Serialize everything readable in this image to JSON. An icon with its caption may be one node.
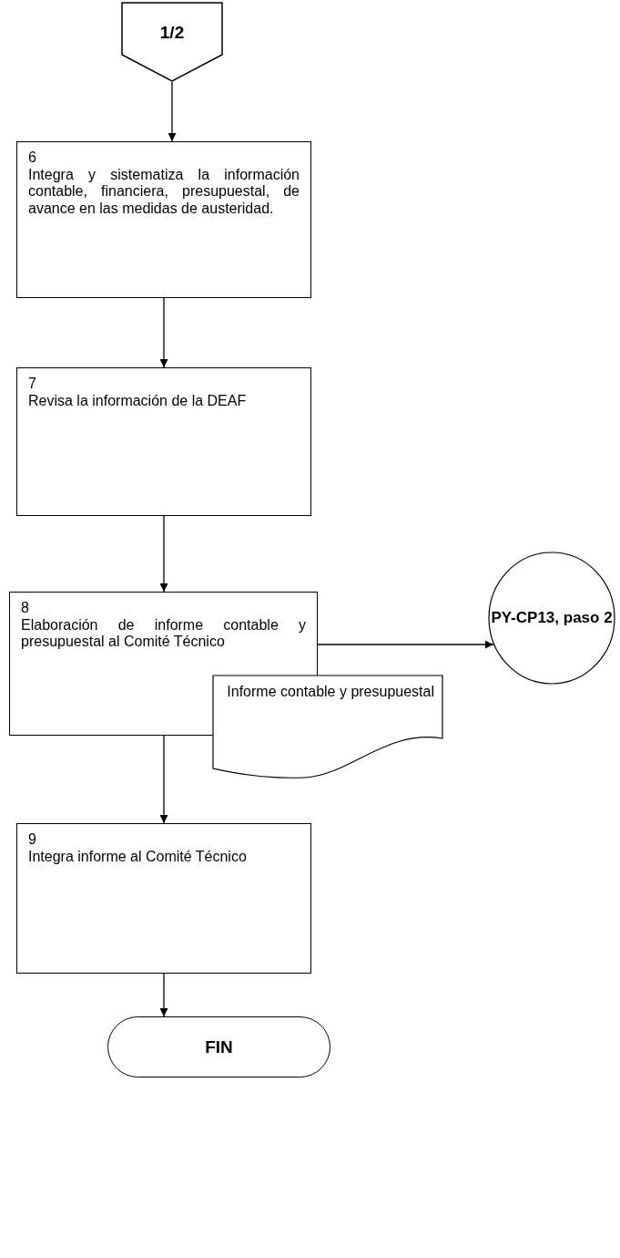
{
  "diagram": {
    "nodes": [
      {
        "text": [
          "1/2"
        ]
      },
      {
        "text": [
          "6",
          "Integra y sistematiza la información contable, financiera, presupuestal, de avance en las medidas de austeridad."
        ]
      },
      {
        "text": [
          "7",
          "Revisa la información de la DEAF"
        ]
      },
      {
        "text": [
          "8",
          "Elaboración de informe contable y presupuestal al Comité Técnico"
        ]
      },
      {
        "text": [
          "PY-CP13, paso 2"
        ]
      },
      {
        "text": [
          "Informe contable y presupuestal"
        ]
      },
      {
        "text": [
          "9",
          "Integra informe al Comité Técnico"
        ]
      },
      {
        "text": [
          "FIN"
        ]
      }
    ],
    "edges": [
      {
        "from": 0,
        "to": 1,
        "arrow": "to"
      },
      {
        "from": 1,
        "to": 2,
        "arrow": "to"
      },
      {
        "from": 2,
        "to": 3,
        "arrow": "to"
      },
      {
        "from": 3,
        "to": 4,
        "arrow": "to"
      },
      {
        "from": 3,
        "to": 6,
        "arrow": "to"
      },
      {
        "from": 6,
        "to": 7,
        "arrow": "to"
      }
    ]
  }
}
